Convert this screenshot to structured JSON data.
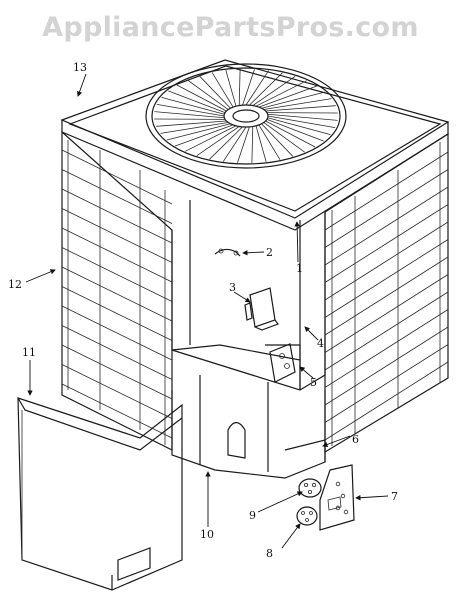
{
  "watermark": "AppliancePartsPros.com",
  "callouts": {
    "c1": "1",
    "c2": "2",
    "c3": "3",
    "c4": "4",
    "c5": "5",
    "c6": "6",
    "c7": "7",
    "c8": "8",
    "c9": "9",
    "c10": "10",
    "c11": "11",
    "c12": "12",
    "c13": "13"
  }
}
